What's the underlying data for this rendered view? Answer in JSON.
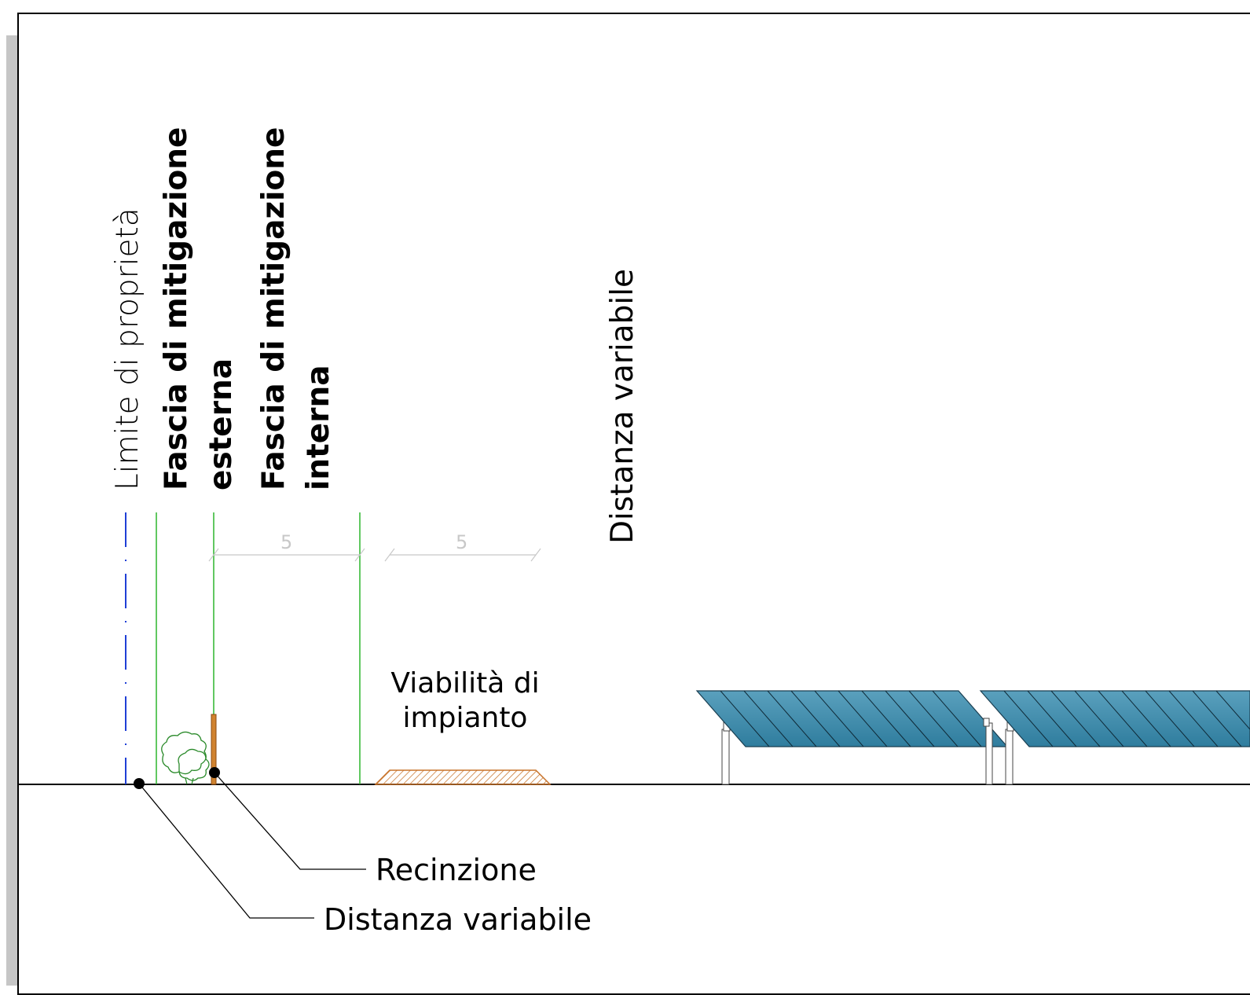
{
  "labels": {
    "limite": "Limite di proprietà",
    "fascia_esterna_1": "Fascia di mitigazione",
    "fascia_esterna_2": "esterna",
    "fascia_interna_1": "Fascia di mitigazione",
    "fascia_interna_2": "interna",
    "distanza_verticale": "Distanza variabile",
    "viabilita_1": "Viabilità di",
    "viabilita_2": "impianto",
    "recinzione": "Recinzione",
    "distanza_variabile": "Distanza variabile"
  },
  "dimensions": {
    "dim_1": "5",
    "dim_2": "5"
  },
  "colors": {
    "panel_fill": "#3a86a6",
    "panel_stroke": "#1a3f52",
    "fence": "#b5651d",
    "mitigation_line": "#2db52d",
    "property_line": "#1f3fd6",
    "road_hatch": "#c8732a",
    "dimension_line": "#c8c8c8"
  }
}
